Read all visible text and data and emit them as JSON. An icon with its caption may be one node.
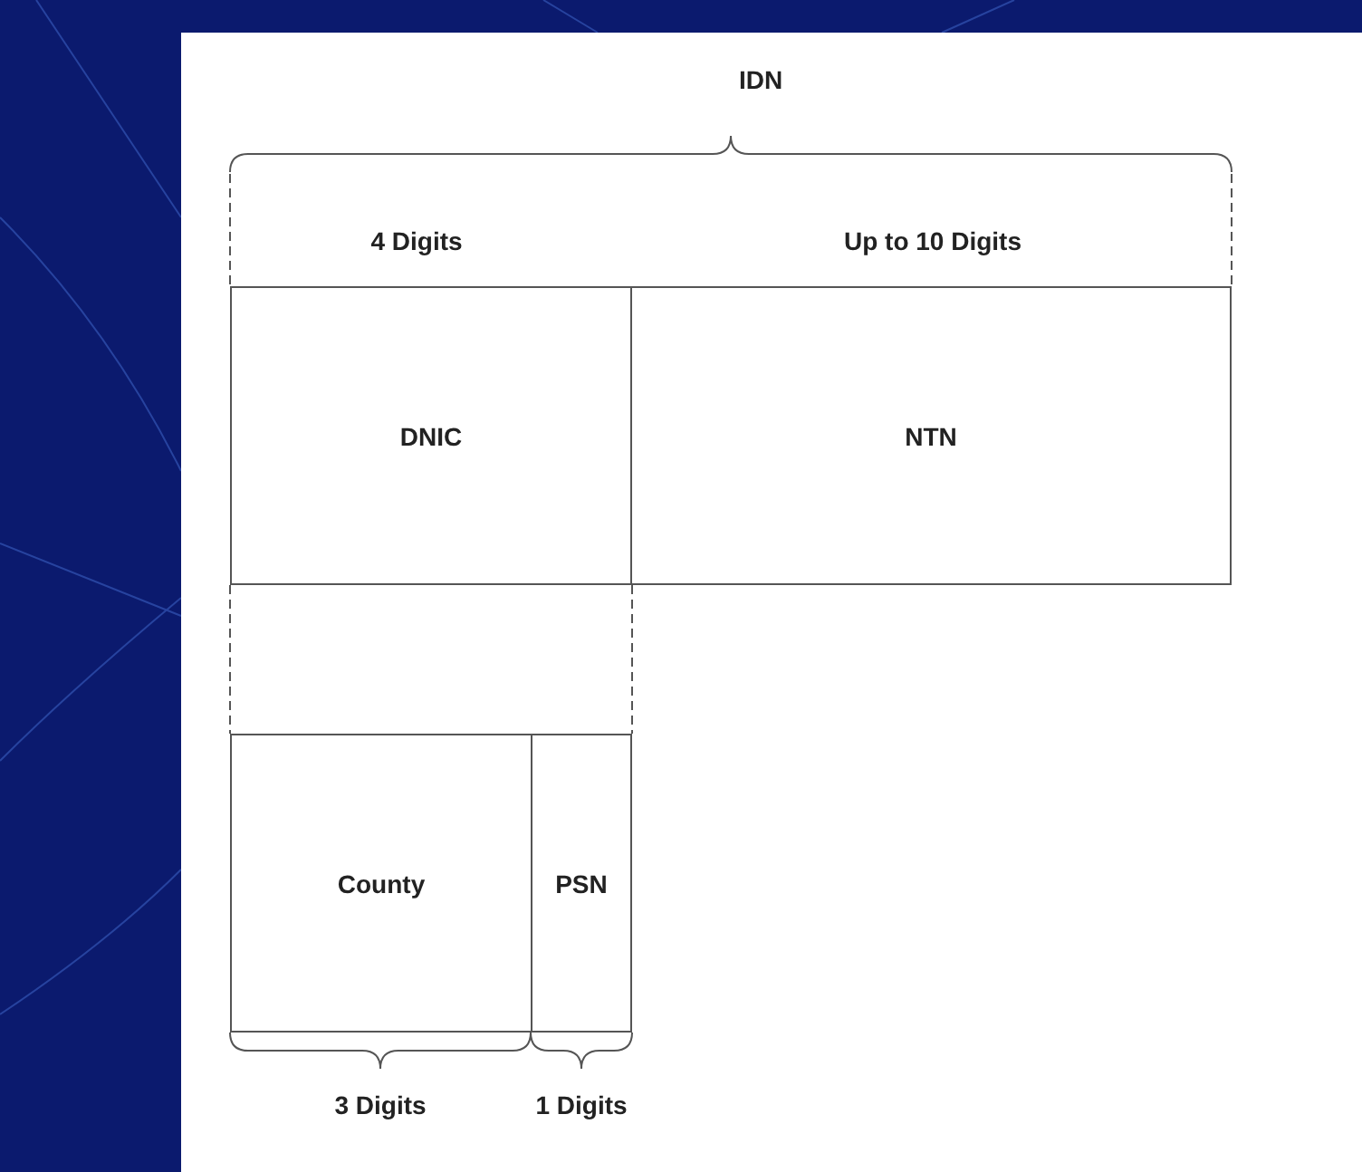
{
  "diagram": {
    "nodes": [
      {
        "text": [
          "DNIC"
        ]
      },
      {
        "text": [
          "NTN"
        ]
      },
      {
        "text": [
          "County"
        ]
      },
      {
        "text": [
          "PSN"
        ]
      }
    ],
    "edges": [
      {
        "from": 0,
        "to": 2,
        "arrow": "none",
        "style": "dashed"
      },
      {
        "from": 0,
        "to": 3,
        "arrow": "none",
        "style": "dashed"
      }
    ],
    "labels": [
      "IDN",
      "4 Digits",
      "Up to 10 Digits",
      "3 Digits",
      "1 Digits"
    ]
  }
}
